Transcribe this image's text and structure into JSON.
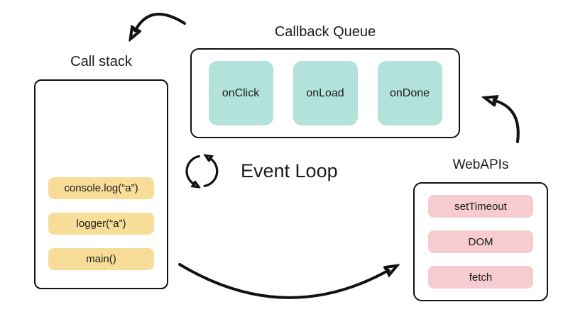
{
  "call_stack": {
    "title": "Call stack",
    "items": [
      "console.log(“a”)",
      "logger(“a”)",
      "main()"
    ]
  },
  "callback_queue": {
    "title": "Callback Queue",
    "items": [
      "onClick",
      "onLoad",
      "onDone"
    ]
  },
  "web_apis": {
    "title": "WebAPIs",
    "items": [
      "setTimeout",
      "DOM",
      "fetch"
    ]
  },
  "event_loop": {
    "label": "Event Loop",
    "icon": "cycle-arrows-icon"
  },
  "arrows": [
    "callback-queue-to-call-stack",
    "call-stack-to-webapis",
    "webapis-to-callback-queue"
  ],
  "colors": {
    "stack_item": "#f8dd98",
    "queue_item": "#b2e2d9",
    "api_item": "#f6ccd0",
    "line": "#111111",
    "text": "#1c1c1c",
    "background": "#ffffff"
  }
}
